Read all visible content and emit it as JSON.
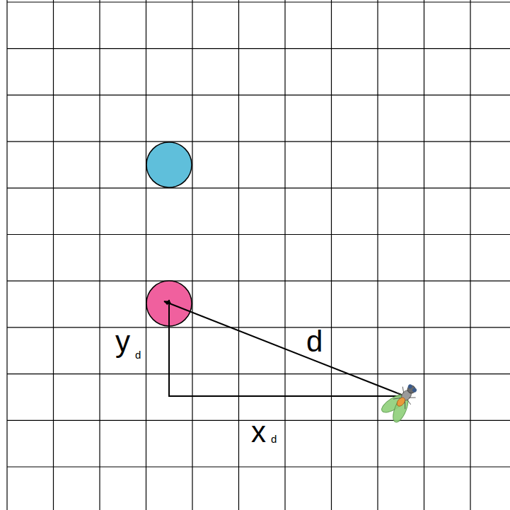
{
  "diagram": {
    "labels": [
      "y",
      "d",
      "d",
      "x",
      "d"
    ]
  }
}
